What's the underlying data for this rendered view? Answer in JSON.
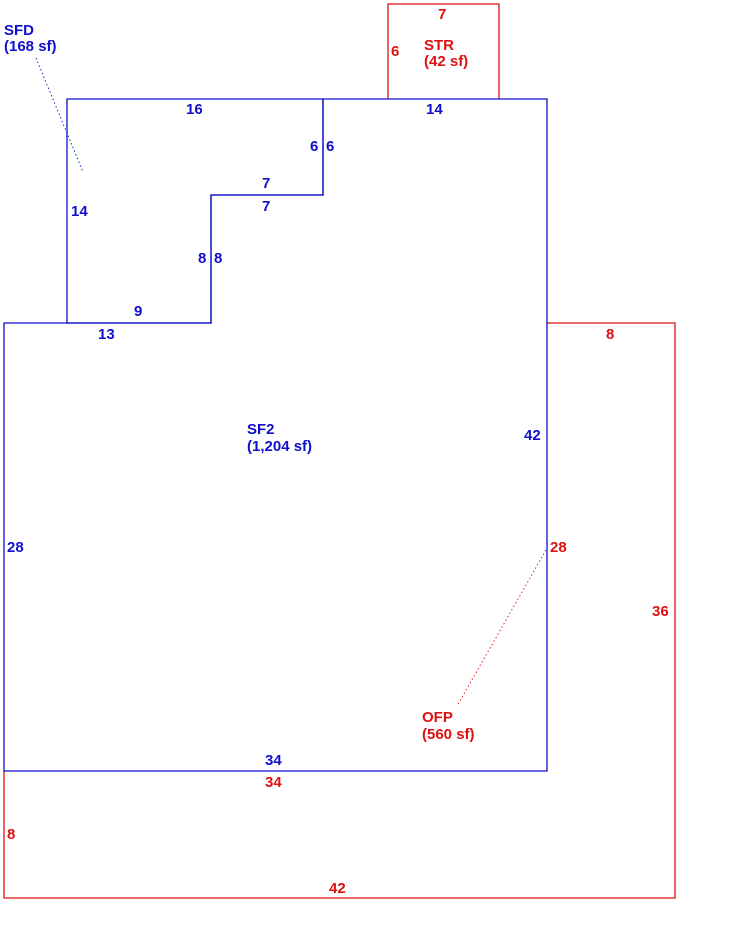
{
  "areas": {
    "sfd": {
      "code": "SFD",
      "area": "(168 sf)"
    },
    "sf2": {
      "code": "SF2",
      "area": "(1,204 sf)"
    },
    "str": {
      "code": "STR",
      "area": "(42 sf)"
    },
    "ofp": {
      "code": "OFP",
      "area": "(560 sf)"
    }
  },
  "dimensions": {
    "sfd_top": "16",
    "sfd_right_upper": "6",
    "sfd_step_top": "7",
    "sfd_step_side": "8",
    "sfd_bottom": "9",
    "sfd_left": "14",
    "sf2_step_outer_side": "6",
    "sf2_step_inner_top": "7",
    "sf2_step_inner_side": "8",
    "sf2_top_right": "14",
    "sf2_right": "42",
    "sf2_bottom": "34",
    "sf2_left": "28",
    "sf2_top_left": "13",
    "str_top": "7",
    "str_left": "6",
    "ofp_top": "8",
    "ofp_inner_side": "28",
    "ofp_right": "36",
    "ofp_inner_bottom": "34",
    "ofp_left": "8",
    "ofp_bottom": "42"
  },
  "colors": {
    "living": "#1010cc",
    "other": "#dd1111"
  }
}
